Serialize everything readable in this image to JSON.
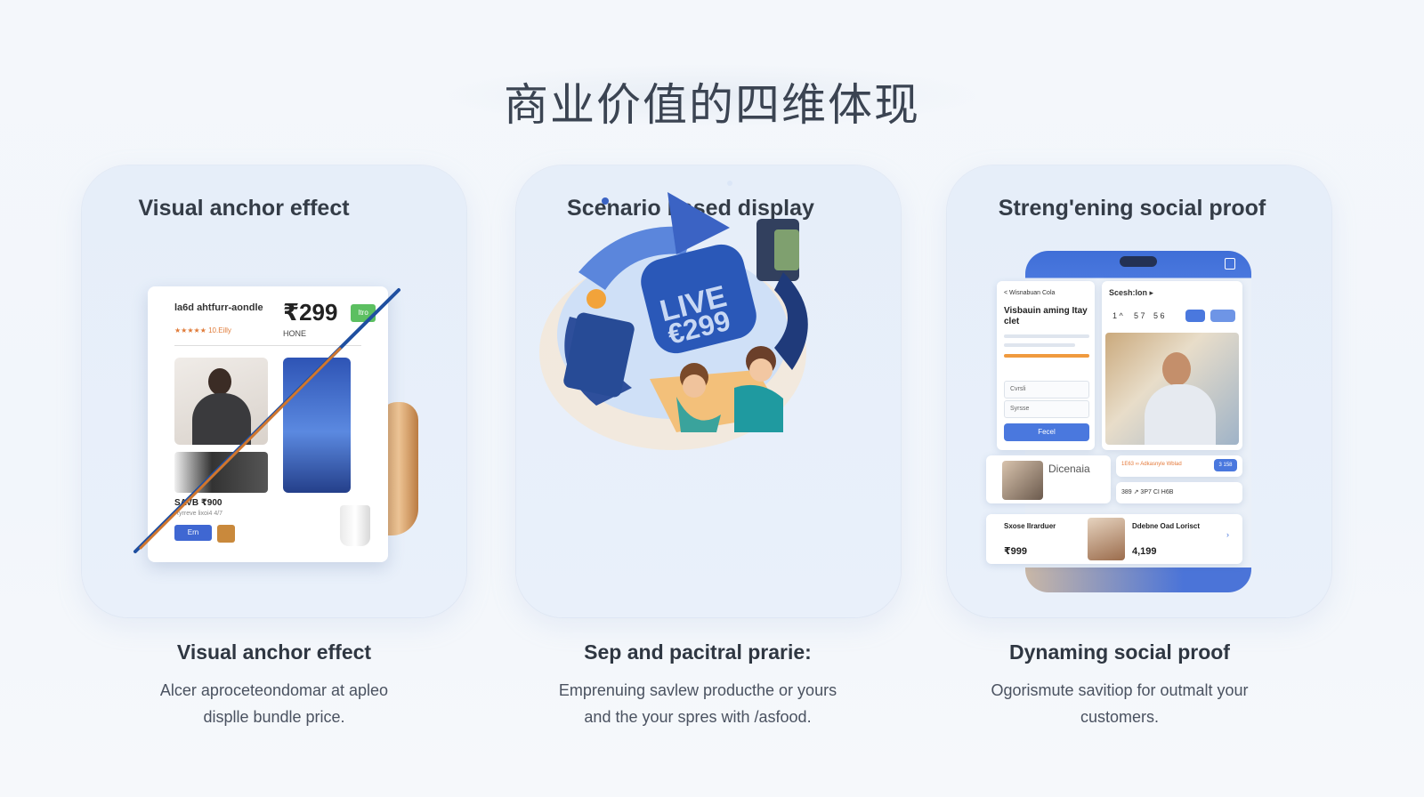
{
  "page": {
    "title": "商业价值的四维体现"
  },
  "cards": [
    {
      "heading": "Visual anchor effect",
      "caption_title": "Visual anchor effect",
      "caption_line1": "Alcer aproceteondomar at apleo",
      "caption_line2": "displle bundle price.",
      "product": {
        "name": "la6d ahtfurr-aondle",
        "price": "₹299",
        "tag": "Itro",
        "sub": "HONE",
        "stars": "★★★★★  10.Eilly",
        "save": "SAVB ₹900",
        "save_note": "Ryrreve lixoi4 4/7",
        "button": "Ern"
      }
    },
    {
      "heading": "Scenario based display",
      "caption_title": "Sep and pacitral prarie:",
      "caption_line1": "Emprenuing savlew producthe or yours",
      "caption_line2": "and the your spres with /asfood.",
      "badge_line1": "LIVE",
      "badge_line2": "€299"
    },
    {
      "heading": "Streng'ening social proof",
      "caption_title": "Dynaming social proof",
      "caption_line1": "Ogorismute savitiop for outmalt your",
      "caption_line2": "customers.",
      "phone": {
        "left_crumb": "< Wisnabuan Cola",
        "left_title": "Visbauin aming Itay clet",
        "field1": "Cvrsli",
        "field2": "Syrsse",
        "left_button": "Fecel",
        "right_header": "Scesh:Ion ▸",
        "stats": [
          "1 ^",
          "5 7",
          "5 6"
        ],
        "row1_name": "Dicenaia",
        "row1_right": "1E63 ∞ Adkasnyle Wblad",
        "row1_badge": "3 158",
        "row2_text": "389 ↗ 3P7 CI H6B",
        "row3_name": "Sxose Ilrarduer",
        "row3_price": "₹999",
        "row3_right_name": "Ddebne Oad Lorisct",
        "row3_right_price": "4,199"
      }
    }
  ]
}
